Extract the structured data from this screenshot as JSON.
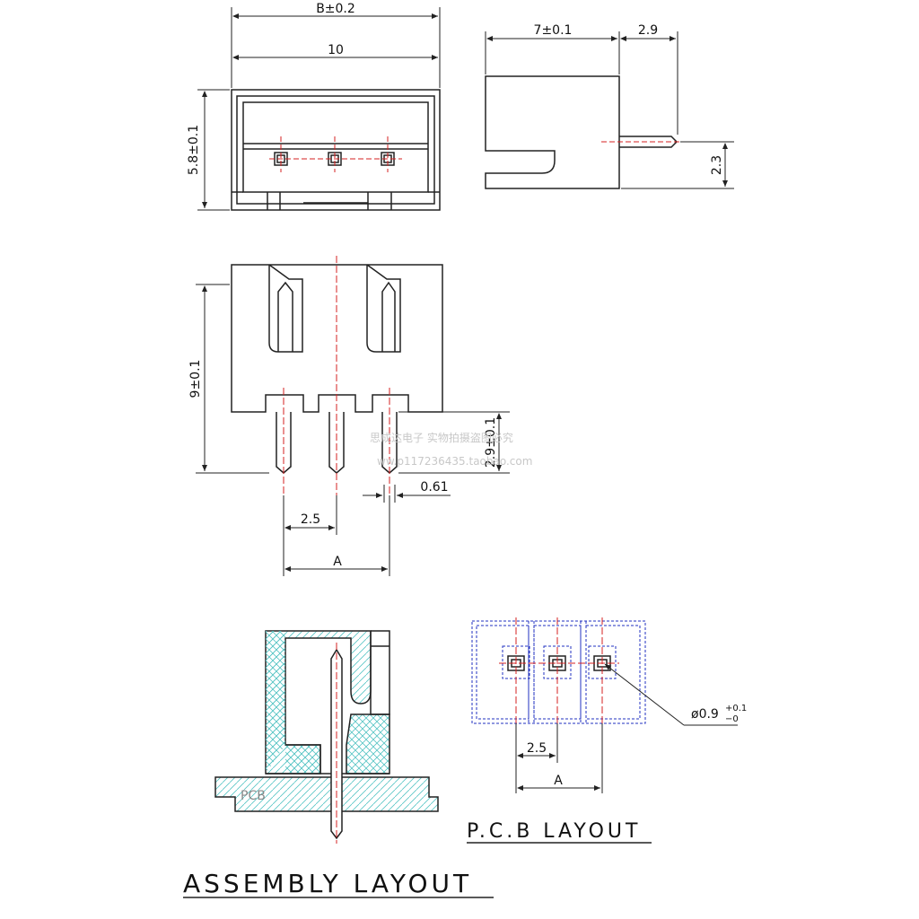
{
  "dimensions": {
    "b_tol": "B±0.2",
    "width_10": "10",
    "height_58": "5.8±0.1",
    "depth_7": "7±0.1",
    "pin_29": "2.9",
    "pin_23": "2.3",
    "height_9": "9±0.1",
    "pin_len": "2.9±0.1",
    "pin_w": "0.61",
    "pitch": "2.5",
    "a_label": "A",
    "hole_dia_base": "ø0.9",
    "hole_dia_tol_plus": "+0.1",
    "hole_dia_tol_minus": "−0",
    "pcb_pitch": "2.5",
    "pcb_a": "A"
  },
  "labels": {
    "pcb": "PCB",
    "pcb_layout": "P.C.B LAYOUT",
    "assembly_layout": "ASSEMBLY LAYOUT"
  },
  "watermark": {
    "line1": "思成达电子 实物拍摄盗图必究",
    "line2": "ww.p117236435.taobao.com"
  },
  "colors": {
    "line": "#222222",
    "center": "#d62020",
    "hatch": "#57c4c4",
    "blue": "#2030c0"
  }
}
